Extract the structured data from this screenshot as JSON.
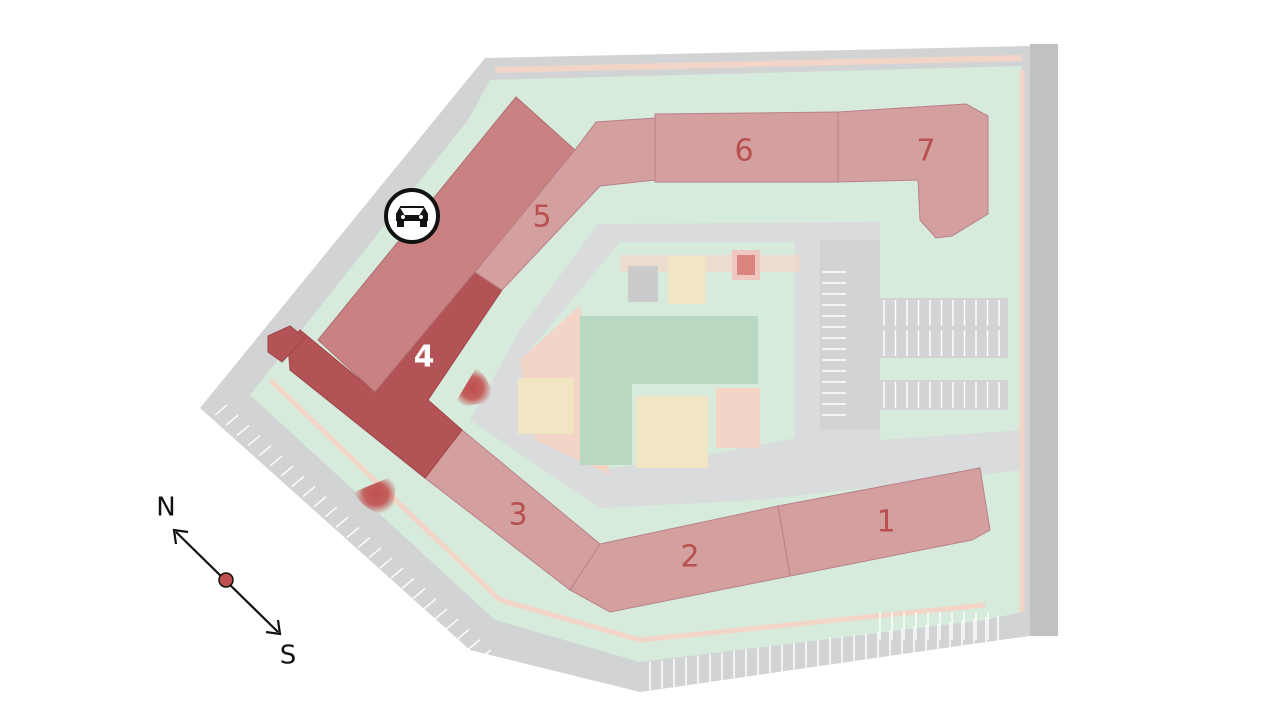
{
  "colors": {
    "road": "#d2d3d4",
    "lawn": "#d6ebdc",
    "path": "#f3d5c8",
    "building": "#d49f9f",
    "building_dark": "#c98181",
    "building_selected": "#b45355",
    "number_text": "#b9504f",
    "number_text_selected": "#ffffff",
    "marker": "#c0504f",
    "parking_line": "#ffffff",
    "highway": "#c0c1c3",
    "sport_green": "#b8d8c2",
    "sport_sand": "#f2e5c4",
    "compass": "#111111"
  },
  "buildings": [
    {
      "id": "1",
      "label": "1",
      "selected": false
    },
    {
      "id": "2",
      "label": "2",
      "selected": false
    },
    {
      "id": "3",
      "label": "3",
      "selected": false
    },
    {
      "id": "4",
      "label": "4",
      "selected": true
    },
    {
      "id": "5",
      "label": "5",
      "selected": false
    },
    {
      "id": "6",
      "label": "6",
      "selected": false
    },
    {
      "id": "7",
      "label": "7",
      "selected": false
    }
  ],
  "icons": {
    "parking": "car-icon"
  },
  "compass": {
    "north": "N",
    "south": "S"
  }
}
